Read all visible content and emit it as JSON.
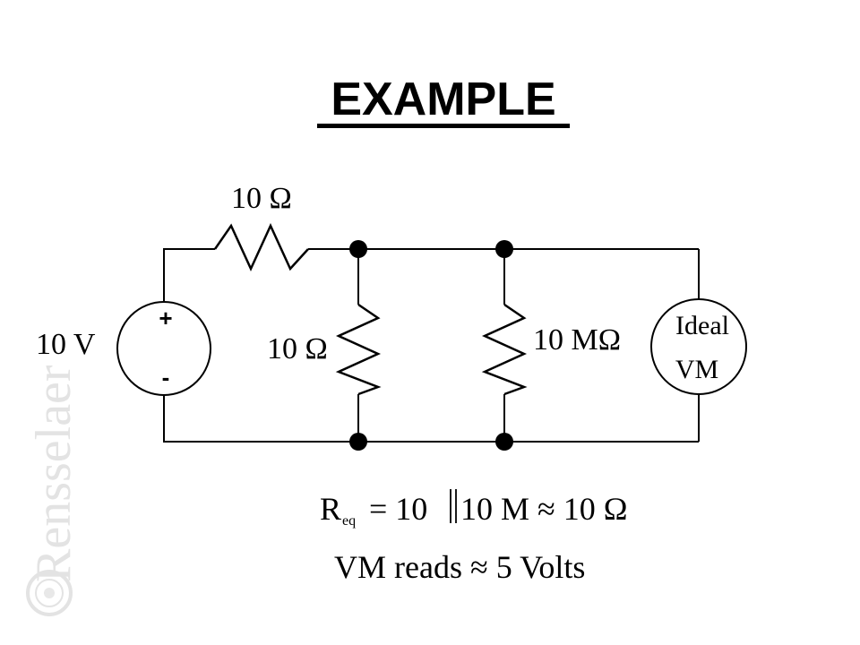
{
  "title": "EXAMPLE",
  "source": {
    "value": "10 V",
    "plus": "+",
    "minus": "-"
  },
  "resistors": {
    "r_series": "10 Ω",
    "r_shunt": "10 Ω",
    "r_meter_internal": "10 MΩ"
  },
  "voltmeter": {
    "line1": "Ideal",
    "line2": "VM"
  },
  "equations": {
    "req_R": "R",
    "req_sub": "eq",
    "req_rhs_a": "= 10",
    "req_rhs_b": "10 M ≈ 10 Ω",
    "vm_reads": "VM reads ≈ 5 Volts"
  },
  "watermark": {
    "text": "Rensselaer"
  }
}
